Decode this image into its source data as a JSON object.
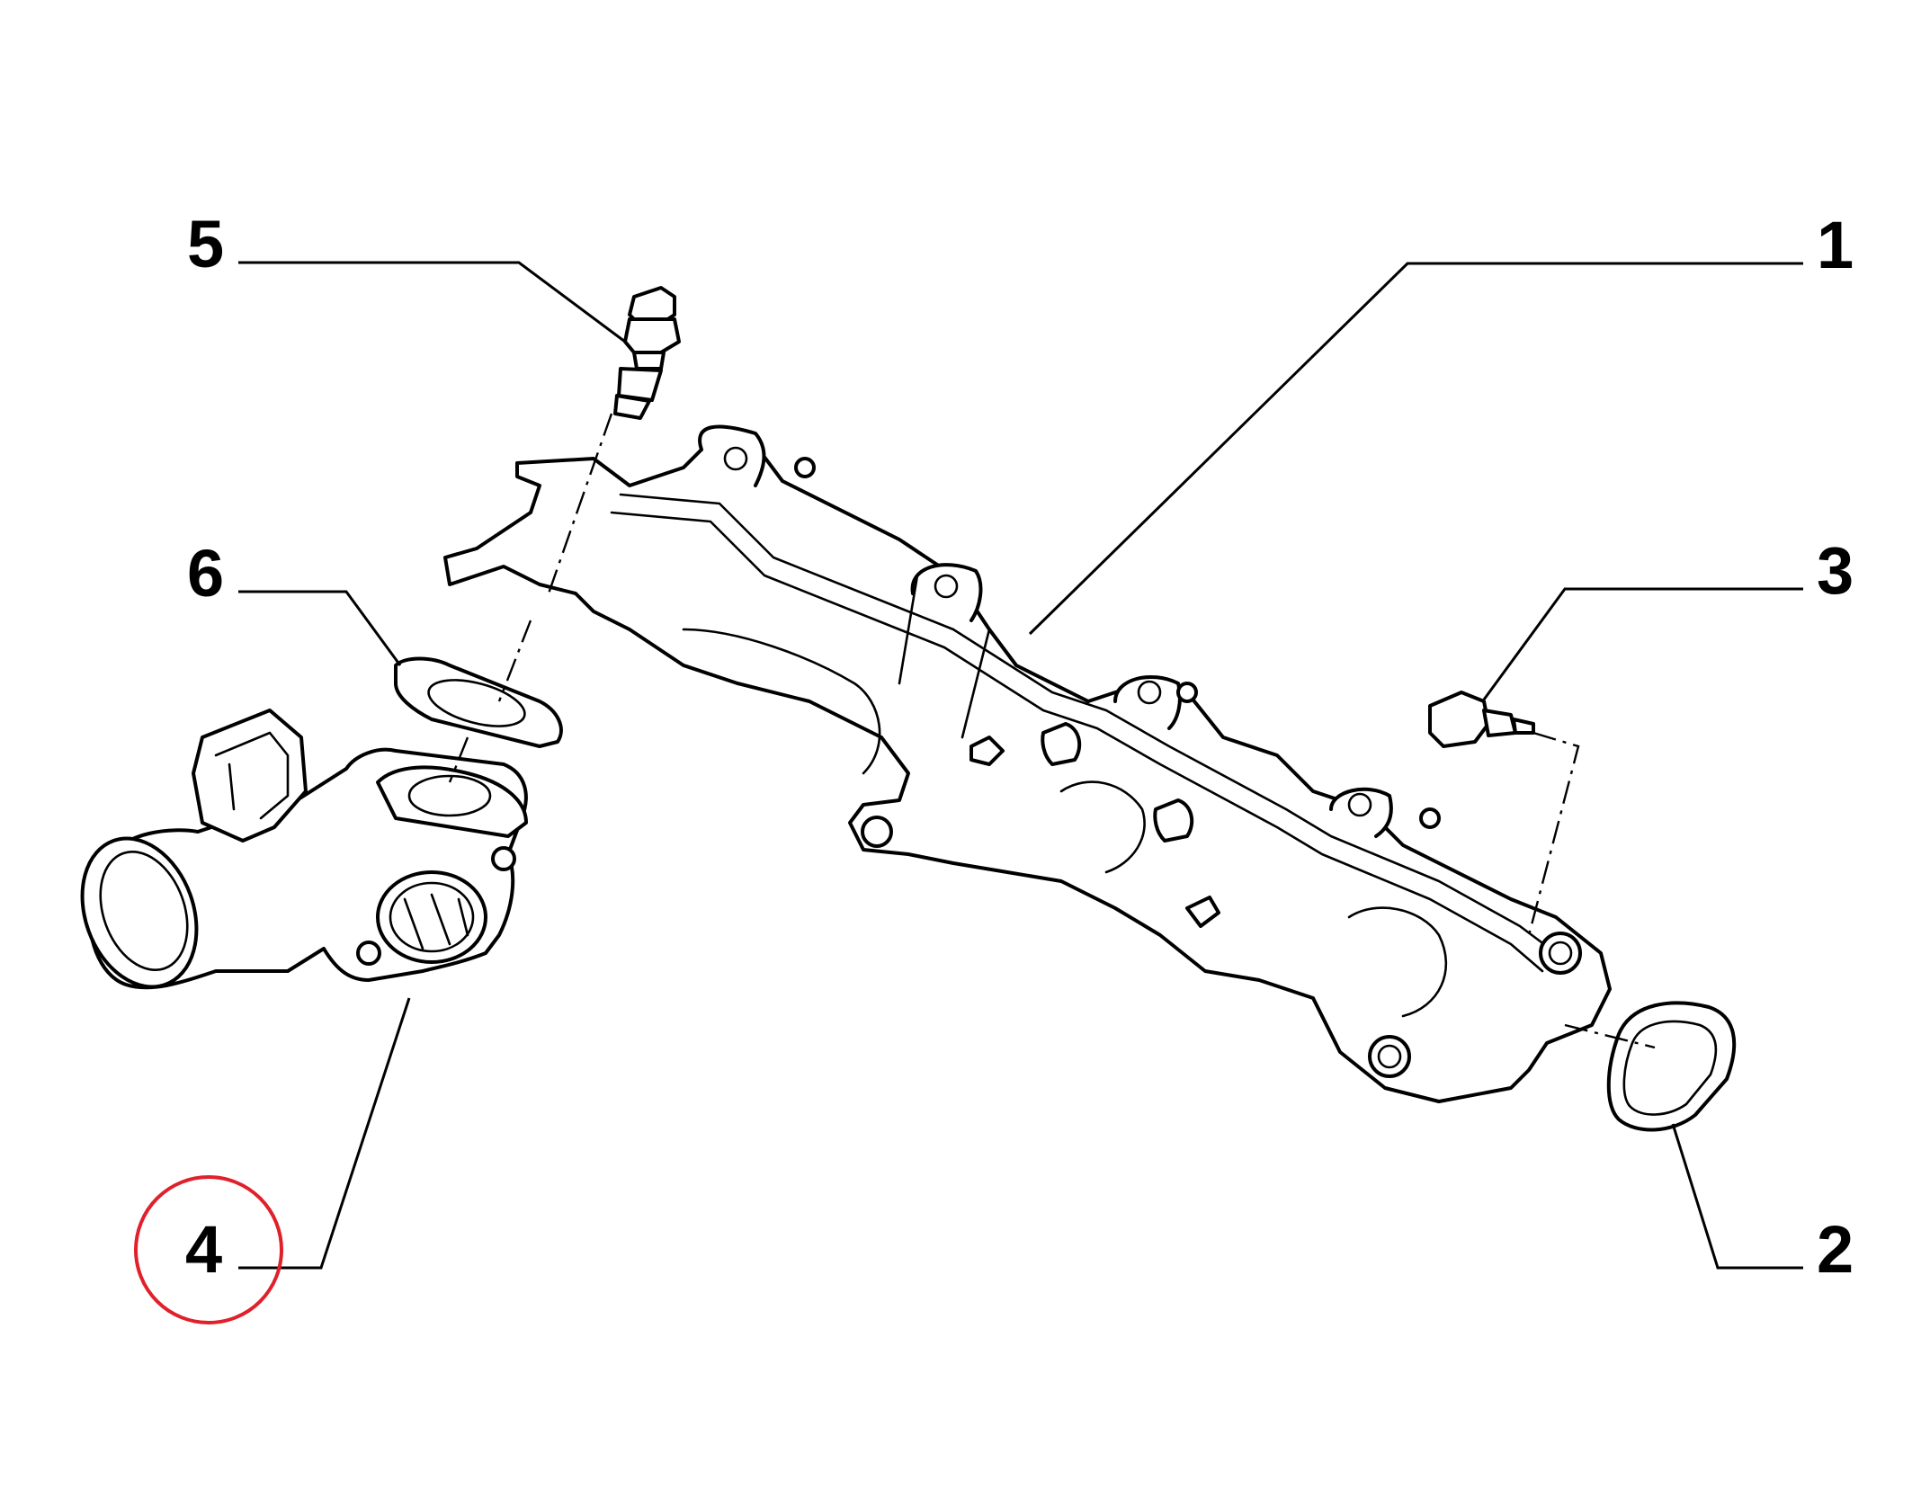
{
  "callouts": [
    {
      "id": "1",
      "label": "1"
    },
    {
      "id": "2",
      "label": "2"
    },
    {
      "id": "3",
      "label": "3"
    },
    {
      "id": "4",
      "label": "4"
    },
    {
      "id": "5",
      "label": "5"
    },
    {
      "id": "6",
      "label": "6"
    }
  ],
  "highlight": {
    "target": "4",
    "color": "#e0202a"
  }
}
